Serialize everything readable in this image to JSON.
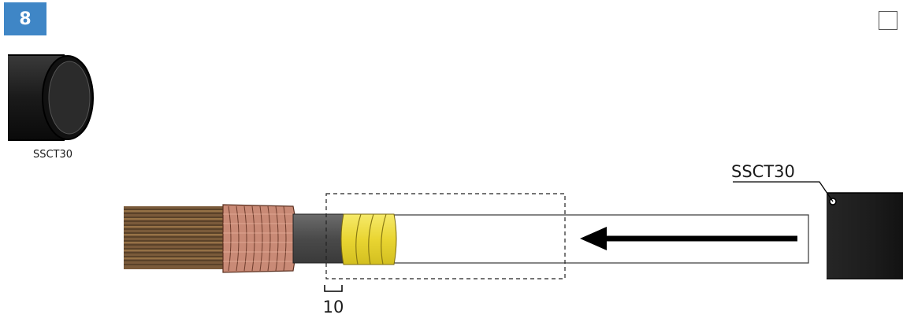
{
  "step": {
    "number": "8"
  },
  "parts": [
    {
      "code": "SSCT30"
    }
  ],
  "callouts": {
    "tube_label": "SSCT30",
    "dimension": "10"
  }
}
